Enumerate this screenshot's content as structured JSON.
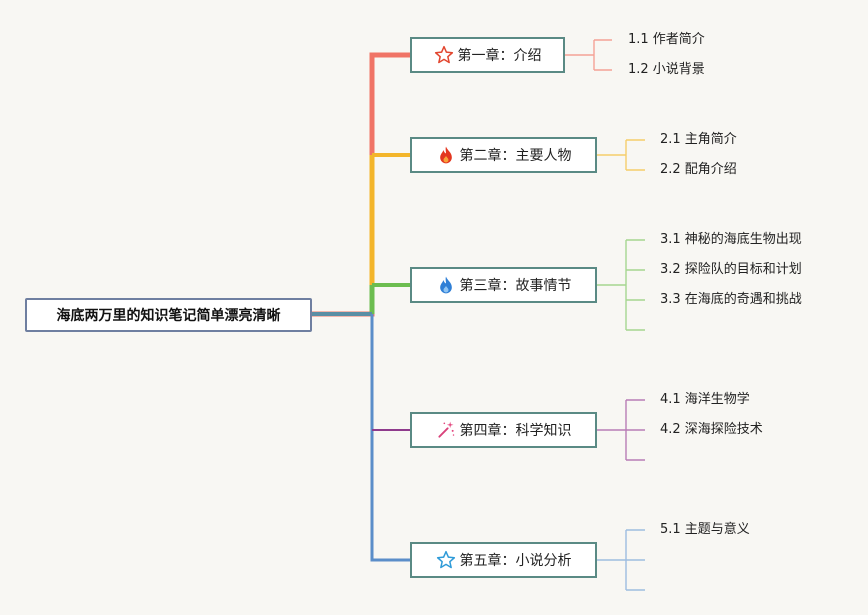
{
  "root": {
    "label": "海底两万里的知识笔记简单漂亮清晰"
  },
  "chapters": [
    {
      "label": "第一章：介绍",
      "icon": "star-icon",
      "color": "#f07466",
      "items": [
        "1.1 作者简介",
        "1.2 小说背景"
      ]
    },
    {
      "label": "第二章：主要人物",
      "icon": "flame-icon",
      "color": "#f3b52a",
      "items": [
        "2.1 主角简介",
        "2.2 配角介绍"
      ]
    },
    {
      "label": "第三章：故事情节",
      "icon": "blue-flame-icon",
      "color": "#6cbd4f",
      "items": [
        "3.1 神秘的海底生物出现",
        "3.2 探险队的目标和计划",
        "3.3 在海底的奇遇和挑战"
      ]
    },
    {
      "label": "第四章：科学知识",
      "icon": "magic-wand-icon",
      "color": "#8f3b8c",
      "items": [
        "4.1 海洋生物学",
        "4.2 深海探险技术"
      ]
    },
    {
      "label": "第五章：小说分析",
      "icon": "blue-star-icon",
      "color": "#5b8ec9",
      "items": [
        "5.1 主题与意义"
      ]
    }
  ]
}
